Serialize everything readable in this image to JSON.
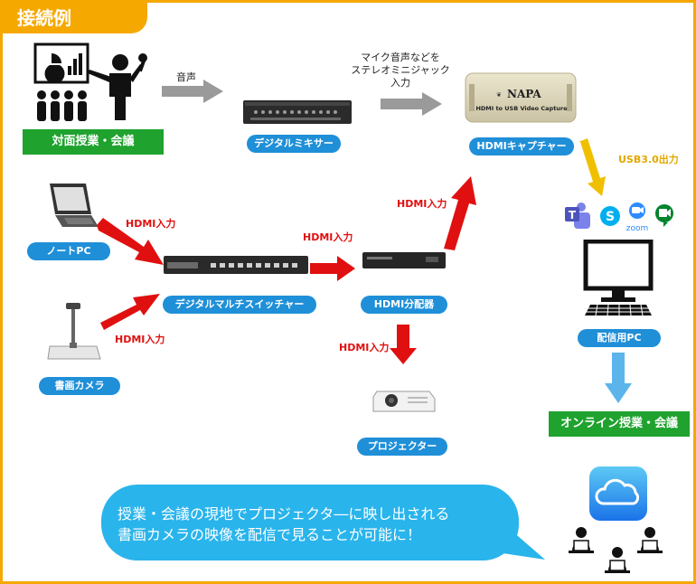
{
  "title": "接続例",
  "boxes": {
    "face_to_face": "対面授業・会議",
    "online": "オンライン授業・会議"
  },
  "pills": {
    "mixer": "デジタルミキサー",
    "capture": "HDMIキャプチャー",
    "notepc": "ノートPC",
    "switcher": "デジタルマルチスイッチャー",
    "splitter": "HDMI分配器",
    "doc_camera": "書画カメラ",
    "projector": "プロジェクター",
    "streaming_pc": "配信用PC"
  },
  "labels": {
    "audio": "音声",
    "mic_note_1": "マイク音声などを",
    "mic_note_2": "ステレオミニジャック",
    "mic_note_3": "入力",
    "usb_out": "USB3.0出力",
    "hdmi_in_pc": "HDMI入力",
    "hdmi_in_cam": "HDMI入力",
    "hdmi_in_splitter": "HDMI入力",
    "hdmi_in_capture": "HDMI入力",
    "hdmi_in_projector": "HDMI入力"
  },
  "devices": {
    "capture_brand": "NAPA",
    "capture_model": "HDMI to USB Video Capture",
    "zoom_text": "zoom"
  },
  "message": {
    "line1": "授業・会議の現地でプロジェクタ―に映し出される",
    "line2": "書画カメラの映像を配信で見ることが可能に！"
  },
  "colors": {
    "frame": "#f5a800",
    "pill": "#1f8fd8",
    "green": "#1fa22e",
    "red_arrow": "#e01010",
    "gold_arrow": "#f0c000",
    "blue_arrow": "#5bb4ea",
    "bubble": "#29b4ec"
  }
}
